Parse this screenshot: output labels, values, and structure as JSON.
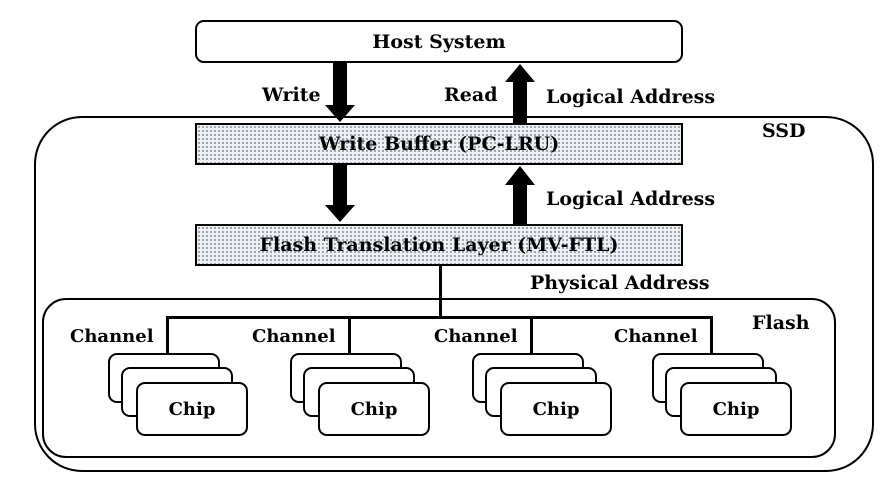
{
  "host": {
    "title": "Host System"
  },
  "arrows": {
    "write": "Write",
    "read": "Read",
    "logical_address_top": "Logical Address",
    "logical_address_mid": "Logical Address",
    "physical_address": "Physical Address"
  },
  "ssd": {
    "label": "SSD",
    "write_buffer": "Write Buffer (PC-LRU)",
    "ftl": "Flash Translation Layer (MV-FTL)"
  },
  "flash": {
    "label": "Flash",
    "channels": [
      {
        "label": "Channel",
        "chip": "Chip"
      },
      {
        "label": "Channel",
        "chip": "Chip"
      },
      {
        "label": "Channel",
        "chip": "Chip"
      },
      {
        "label": "Channel",
        "chip": "Chip"
      }
    ]
  }
}
